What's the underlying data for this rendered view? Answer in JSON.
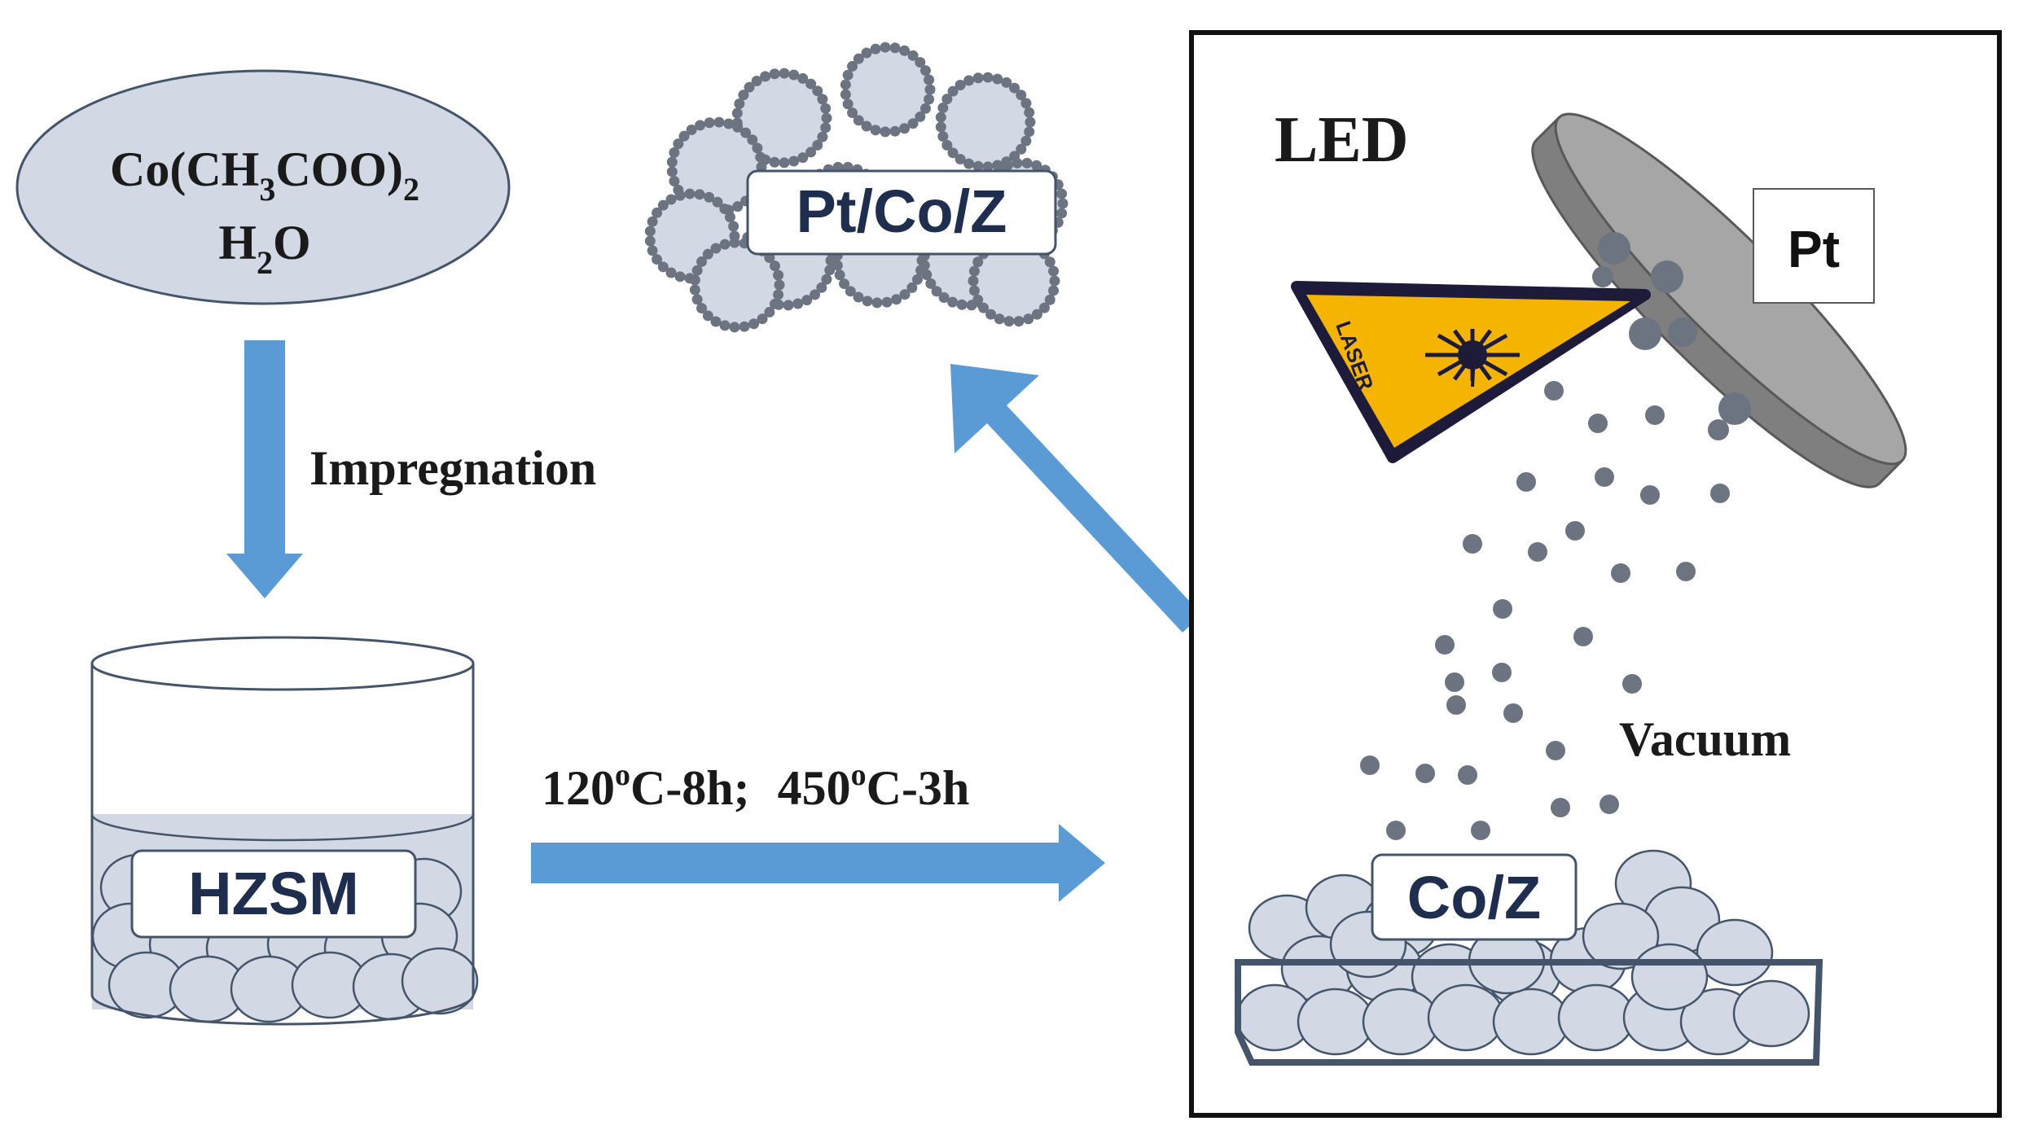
{
  "precursor": {
    "line1_prefix": "Co(CH",
    "line1_sub1": "3",
    "line1_middle": "COO)",
    "line1_sub2": "2",
    "line2_prefix": "H",
    "line2_sub": "2",
    "line2_suffix": "O"
  },
  "step_impregnation": "Impregnation",
  "support_label": "HZSM",
  "calcination": {
    "part1": "120",
    "part1_sup": "o",
    "part1_rest": "C-8h;",
    "part2": "450",
    "part2_sup": "o",
    "part2_rest": "C-3h"
  },
  "chamber": {
    "title": "LED",
    "target_label": "Pt",
    "laser_label": "LASER",
    "vacuum_label": "Vacuum",
    "substrate_label": "Co/Z"
  },
  "product_label": "Pt/Co/Z",
  "colors": {
    "arrow": "#5b9bd5",
    "ellipse_fill": "#d3d9e4",
    "outline": "#44546a",
    "particle": "#6b7480",
    "laser": "#f5b400",
    "target_gray": "#7f7f7f"
  }
}
